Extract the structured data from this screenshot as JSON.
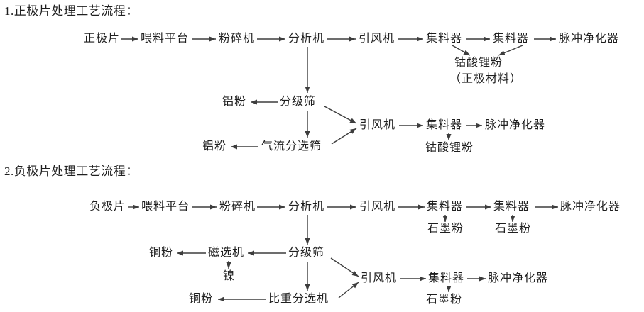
{
  "colors": {
    "text": "#1f1f1f",
    "line": "#3d3d3d",
    "bg": "#ffffff"
  },
  "flow1": {
    "title": "1.正极片处理工艺流程：",
    "nodes": {
      "cathode_sheet": "正极片",
      "feeding_platform": "喂料平台",
      "crusher": "粉碎机",
      "analyzer": "分析机",
      "fan1": "引风机",
      "collector1": "集料器",
      "collector2": "集料器",
      "pulse_purifier1": "脉冲净化器",
      "licoo2_powder1": "钴酸锂粉",
      "cathode_material_note": "（正极材料）",
      "grading_sieve": "分级筛",
      "al_powder1": "铝粉",
      "airflow_sieve": "气流分选筛",
      "al_powder2": "铝粉",
      "fan2": "引风机",
      "collector3": "集料器",
      "pulse_purifier2": "脉冲净化器",
      "licoo2_powder2": "钴酸锂粉"
    },
    "edges": [
      "正极片→喂料平台",
      "喂料平台→粉碎机",
      "粉碎机→分析机",
      "分析机→引风机",
      "引风机→集料器",
      "集料器→集料器",
      "集料器→脉冲净化器",
      "集料器↘钴酸锂粉（正极材料）",
      "集料器↙钴酸锂粉（正极材料）",
      "分析机↓分级筛",
      "分级筛→铝粉",
      "分级筛↓气流分选筛",
      "气流分选筛→铝粉",
      "分级筛↘引风机",
      "气流分选筛↗引风机",
      "引风机→集料器",
      "集料器→脉冲净化器",
      "集料器↓钴酸锂粉"
    ]
  },
  "flow2": {
    "title": "2.负极片处理工艺流程：",
    "nodes": {
      "anode_sheet": "负极片",
      "feeding_platform": "喂料平台",
      "crusher": "粉碎机",
      "analyzer": "分析机",
      "fan1": "引风机",
      "collector1": "集料器",
      "collector2": "集料器",
      "pulse_purifier1": "脉冲净化器",
      "graphite_powder1": "石墨粉",
      "graphite_powder2": "石墨粉",
      "grading_sieve": "分级筛",
      "magnetic_separator": "磁选机",
      "cu_powder1": "铜粉",
      "nickel": "镍",
      "gravity_separator": "比重分选机",
      "cu_powder2": "铜粉",
      "fan2": "引风机",
      "collector3": "集料器",
      "pulse_purifier2": "脉冲净化器",
      "graphite_powder3": "石墨粉"
    },
    "edges": [
      "负极片→喂料平台",
      "喂料平台→粉碎机",
      "粉碎机→分析机",
      "分析机→引风机",
      "引风机→集料器",
      "集料器→集料器",
      "集料器→脉冲净化器",
      "集料器↓石墨粉",
      "集料器↓石墨粉",
      "分析机↓分级筛",
      "分级筛→磁选机",
      "磁选机→铜粉",
      "磁选机↓镍",
      "分级筛↓比重分选机",
      "比重分选机→铜粉",
      "分级筛↘引风机",
      "比重分选机↗引风机",
      "引风机→集料器",
      "集料器→脉冲净化器",
      "集料器↓石墨粉"
    ]
  }
}
